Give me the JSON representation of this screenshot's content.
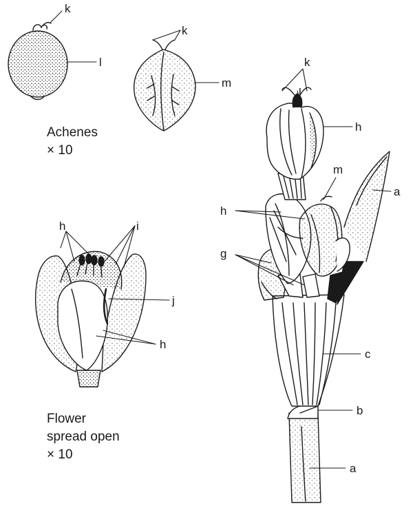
{
  "captions": {
    "achenes": {
      "line1": "Achenes",
      "line2": "× 10"
    },
    "flower": {
      "line1": "Flower",
      "line2": "spread open",
      "line3": "× 10"
    }
  },
  "labels": {
    "a": "a",
    "b": "b",
    "c": "c",
    "g": "g",
    "h": "h",
    "i": "i",
    "j": "j",
    "k": "k",
    "l": "l",
    "m": "m"
  },
  "colors": {
    "ink": "#1a1a1a",
    "paper": "#ffffff"
  }
}
